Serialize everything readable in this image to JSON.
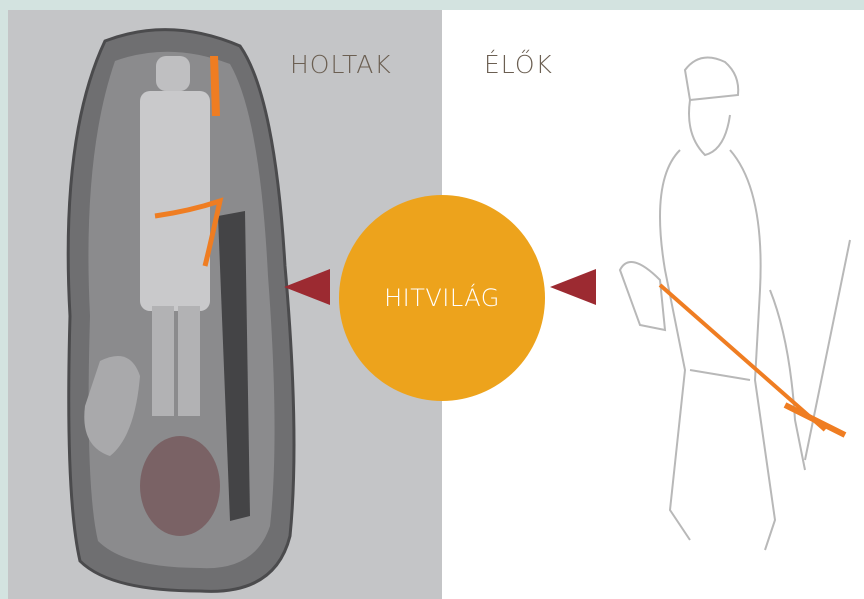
{
  "labels": {
    "dead": "HOLTAK",
    "living": "ÉLŐK",
    "center": "HITVILÁG"
  },
  "colors": {
    "background": "#d3e3e0",
    "left_panel": "#c4c5c7",
    "right_panel": "#ffffff",
    "circle": "#eda31c",
    "arrow": "#9c2a31",
    "highlight": "#ef7d22"
  },
  "icons": {
    "left_illustration": "burial-grave-icon",
    "right_illustration": "warrior-drawing-icon",
    "arrows": "triangle-left-icon"
  }
}
